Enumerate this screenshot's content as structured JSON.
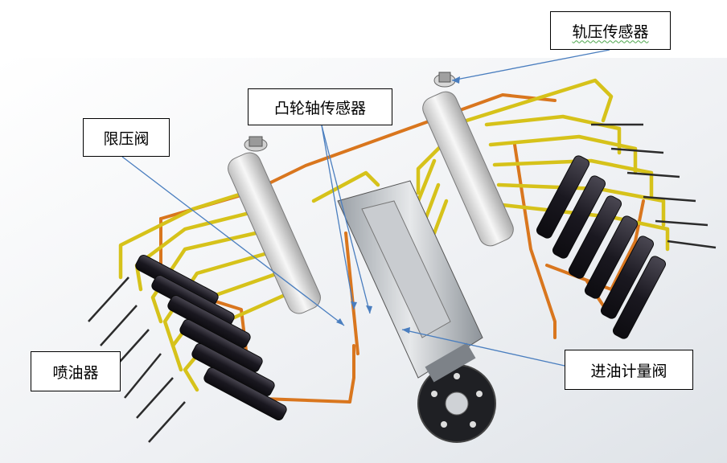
{
  "labels": {
    "rail_pressure_sensor": "轨压传感器",
    "camshaft_sensor": "凸轮轴传感器",
    "pressure_limit_valve": "限压阀",
    "injector": "喷油器",
    "fuel_metering_valve": "进油计量阀"
  },
  "colors": {
    "fuel_line_yellow": "#d6c21a",
    "return_line_orange": "#d9761e",
    "leader_line": "#4a7ebf",
    "rail_body": "#e8e8e8",
    "injector_body": "#1f1d24"
  }
}
